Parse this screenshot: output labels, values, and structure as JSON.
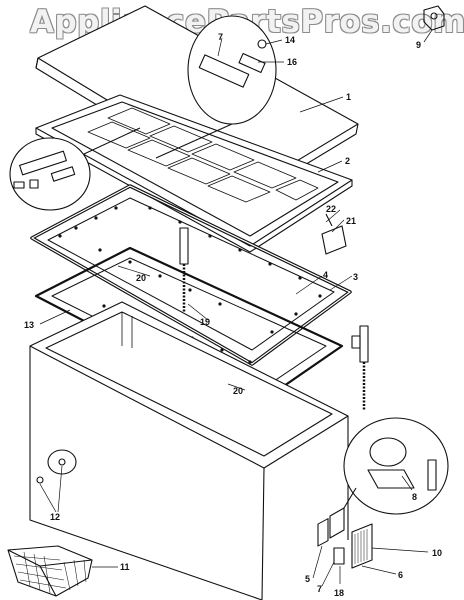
{
  "watermark": "AppliancePartsPros.com",
  "callouts": [
    {
      "id": "c1",
      "text": "1"
    },
    {
      "id": "c2",
      "text": "2"
    },
    {
      "id": "c3",
      "text": "3"
    },
    {
      "id": "c4",
      "text": "4"
    },
    {
      "id": "c5",
      "text": "5"
    },
    {
      "id": "c6",
      "text": "6"
    },
    {
      "id": "c7a",
      "text": "7"
    },
    {
      "id": "c7b",
      "text": "7"
    },
    {
      "id": "c8",
      "text": "8"
    },
    {
      "id": "c9",
      "text": "9"
    },
    {
      "id": "c10",
      "text": "10"
    },
    {
      "id": "c11",
      "text": "11"
    },
    {
      "id": "c12",
      "text": "12"
    },
    {
      "id": "c13",
      "text": "13"
    },
    {
      "id": "c14",
      "text": "14"
    },
    {
      "id": "c16",
      "text": "16"
    },
    {
      "id": "c18",
      "text": "18"
    },
    {
      "id": "c19",
      "text": "19"
    },
    {
      "id": "c20a",
      "text": "20"
    },
    {
      "id": "c20b",
      "text": "20"
    },
    {
      "id": "c21",
      "text": "21"
    },
    {
      "id": "c22",
      "text": "22"
    }
  ]
}
